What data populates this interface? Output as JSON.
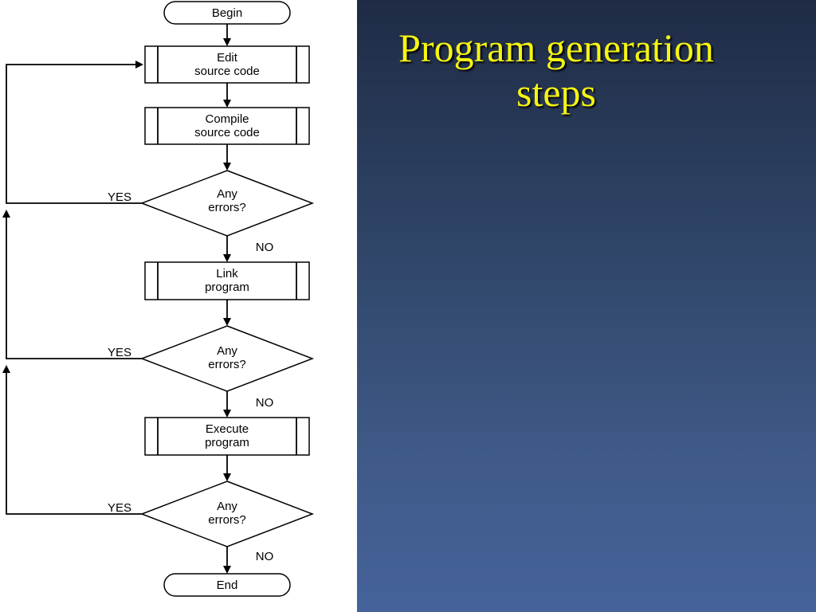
{
  "slide": {
    "title_line1": "Program generation",
    "title_line2": "steps",
    "background_top": "#1f2b45",
    "background_bottom": "#45629a",
    "title_color": "#f5f511"
  },
  "flowchart": {
    "begin": "Begin",
    "edit": [
      "Edit",
      "source code"
    ],
    "compile": [
      "Compile",
      "source code"
    ],
    "check1": [
      "Any",
      "errors?"
    ],
    "link": [
      "Link",
      "program"
    ],
    "check2": [
      "Any",
      "errors?"
    ],
    "execute": [
      "Execute",
      "program"
    ],
    "check3": [
      "Any",
      "errors?"
    ],
    "end": "End",
    "yes_label": "YES",
    "no_label": "NO"
  }
}
